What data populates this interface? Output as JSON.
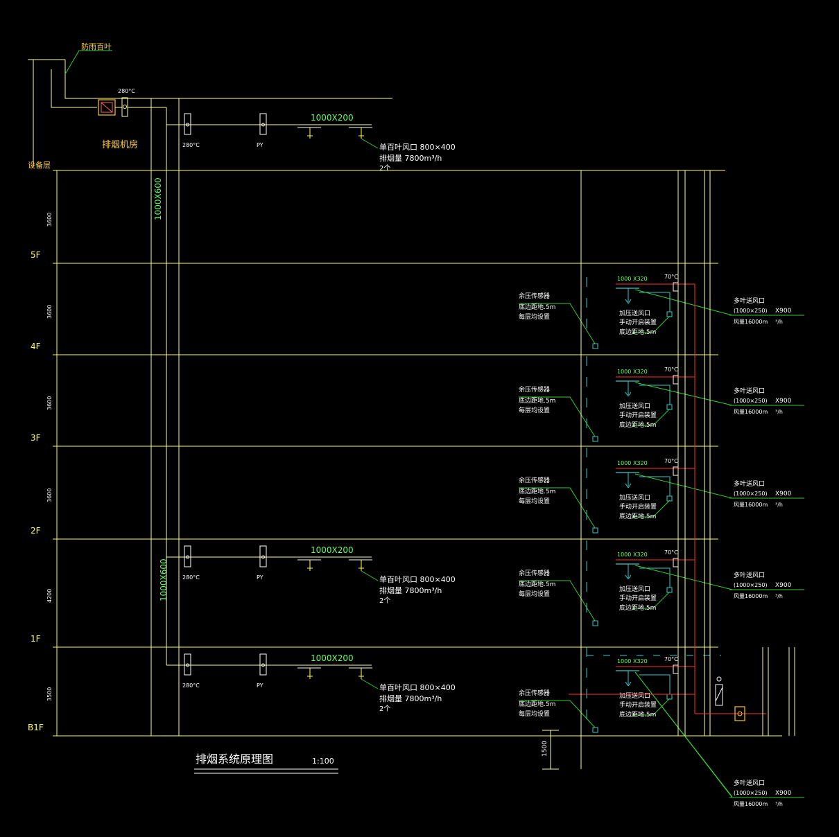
{
  "colors": {
    "background": "#000000",
    "floor_line": "#ffff4d",
    "duct": "#ffff99",
    "leader": "#33cc33",
    "label_green": "#66ff66",
    "text": "#ffffff",
    "pressurization": "#33cccc",
    "red_duct": "#ff3333",
    "equipment": "#ffcc00"
  },
  "title": "排烟系统原理图",
  "scale": "1:100",
  "roof": {
    "louver_label": "防雨百叶",
    "damper_temp": "280°C",
    "fan_room": "排烟机房",
    "equipment_floor": "设备层"
  },
  "floors": [
    {
      "label": "5F",
      "height": "3600"
    },
    {
      "label": "4F",
      "height": "3600"
    },
    {
      "label": "3F",
      "height": "3600"
    },
    {
      "label": "2F",
      "height": "3600"
    },
    {
      "label": "1F",
      "height": "4200"
    },
    {
      "label": "B1F",
      "height": "3500"
    }
  ],
  "riser_size": "1000X600",
  "exhaust_branch": {
    "duct_size": "1000X200",
    "damper_temp": "280°C",
    "py_label": "PY",
    "outlet": "单百叶风口 800×400",
    "volume": "排烟量 7800m³/h",
    "count": "2个"
  },
  "pressure_sensor": {
    "line1": "余压传感器",
    "line2": "底边距地.5m",
    "line3": "每层均设置"
  },
  "pressurization": {
    "duct_size_a": "1000",
    "duct_size_b": "X320",
    "damper_temp": "70°C",
    "outlet1": "加压送风口",
    "outlet2": "手动开启装置",
    "outlet3": "底边距地.5m"
  },
  "supply_outlet": {
    "line1": "多叶送风口",
    "size": "(1000×250)",
    "size_b": "X900",
    "volume": "风量16000m",
    "unit": "³/h"
  },
  "dimension_1500": "1500"
}
